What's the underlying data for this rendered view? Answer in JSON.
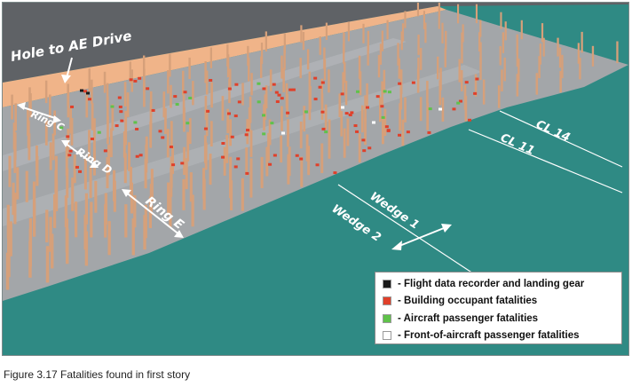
{
  "labels": {
    "hole": "Hole to AE Drive",
    "ring_c": "Ring C",
    "ring_d": "Ring D",
    "ring_e": "Ring E",
    "cl14": "CL 14",
    "cl11": "CL 11",
    "wedge1": "Wedge 1",
    "wedge2": "Wedge 2"
  },
  "legend": {
    "items": [
      {
        "label": "- Flight data recorder and landing gear",
        "color": "#1a1a1a"
      },
      {
        "label": "- Building occupant fatalities",
        "color": "#e0402a"
      },
      {
        "label": "- Aircraft passenger fatalities",
        "color": "#5fc24a"
      },
      {
        "label": "- Front-of-aircraft passenger fatalities",
        "color": "#ffffff"
      }
    ]
  },
  "caption": "Figure 3.17  Fatalities found in first story",
  "colors": {
    "teal": "#2f8a84",
    "floor": "#a3a6a9",
    "wall_top": "#5f6266",
    "peach": "#f0b489",
    "column": "#d6a07a"
  }
}
